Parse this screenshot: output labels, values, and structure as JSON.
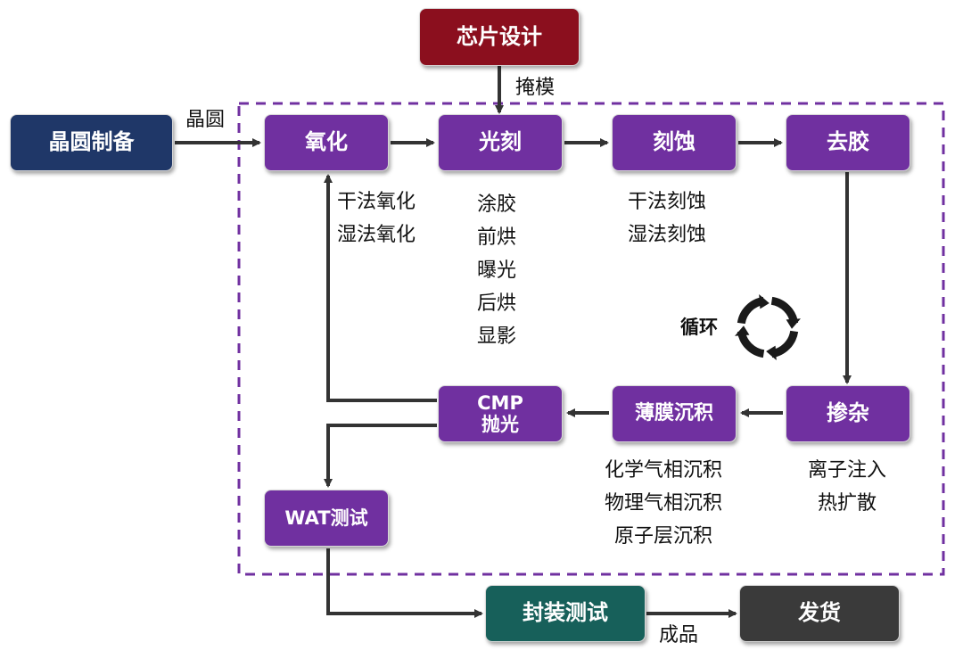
{
  "colors": {
    "process": "#7030a0",
    "design": "#8b0f1e",
    "wafer_prep": "#1f3768",
    "packaging": "#17605a",
    "shipping": "#3a3a3a",
    "arrow": "#333333",
    "loop_border": "#7030a0"
  },
  "nodes": {
    "chip_design": "芯片设计",
    "wafer_prep": "晶圆制备",
    "oxidation": "氧化",
    "lithography": "光刻",
    "etching": "刻蚀",
    "strip": "去胶",
    "doping": "掺杂",
    "thin_film": "薄膜沉积",
    "cmp_line1": "CMP",
    "cmp_line2": "抛光",
    "wat_test": "WAT测试",
    "package_test": "封装测试",
    "shipping": "发货"
  },
  "edge_labels": {
    "mask": "掩模",
    "wafer": "晶圆",
    "product": "成品",
    "cycle": "循环"
  },
  "sub_steps": {
    "oxidation": [
      "干法氧化",
      "湿法氧化"
    ],
    "lithography": [
      "涂胶",
      "前烘",
      "曝光",
      "后烘",
      "显影"
    ],
    "etching": [
      "干法刻蚀",
      "湿法刻蚀"
    ],
    "doping": [
      "离子注入",
      "热扩散"
    ],
    "thin_film": [
      "化学气相沉积",
      "物理气相沉积",
      "原子层沉积"
    ]
  },
  "cycle_icon": "recycle-arrows-icon"
}
